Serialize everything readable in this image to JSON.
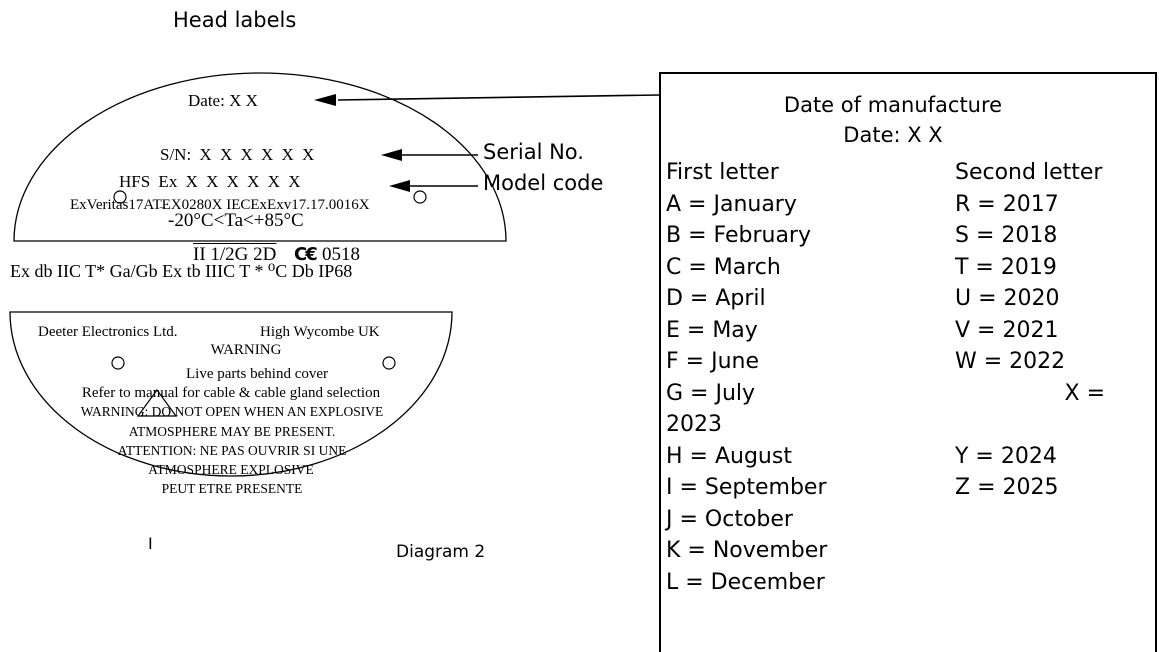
{
  "head_labels_title": "Head labels",
  "label1": {
    "date_line": "Date:  X   X",
    "sn_line": "S/N: X    X    X    X    X    X",
    "hfs_line": "HFS Ex X    X    X    X    X    X",
    "cert_line": "ExVeritas17ATEX0280X IECExExv17.17.0016X",
    "temp_line": "-20°C<Ta<+85°C",
    "group_line": "II 1/2G 2D",
    "ce_mark": "C€",
    "notified_body": "0518",
    "ex_line": "Ex db IIC T* Ga/Gb Ex tb IIIC T * ⁰C Db IP68"
  },
  "callouts": {
    "serial": "Serial No.",
    "model": "Model code"
  },
  "label2": {
    "line1_company": "Deeter Electronics Ltd.",
    "line1_location": "High Wycombe UK",
    "warning": "WARNING",
    "live_parts": "Live parts behind cover",
    "refer": "Refer to manual for cable & cable gland selection",
    "warn_open": "WARNING: DO NOT OPEN WHEN AN EXPLOSIVE",
    "atmos": "ATMOSPHERE MAY BE PRESENT.",
    "attention": "ATTENTION: NE PAS OUVRIR SI UNE",
    "atmos_fr": "ATMOSPHERE EXPLOSIVE",
    "peut": "PEUT ETRE PRESENTE"
  },
  "stray_mark": "I",
  "diagram_caption": "Diagram 2",
  "manufacture_box": {
    "title": "Date of manufacture",
    "subtitle": "Date: X X",
    "first_header": "First letter",
    "second_header": "Second letter",
    "months": [
      "A = January",
      "B = February",
      "C = March",
      "D = April",
      "E = May",
      "F = June",
      "G = July",
      "2023",
      "H = August",
      "I = September",
      "J = October",
      "K = November",
      "L = December"
    ],
    "years": [
      "R = 2017",
      "S = 2018",
      "T = 2019",
      "U = 2020",
      "V = 2021",
      "W = 2022",
      "X =",
      "",
      "Y = 2024",
      "Z = 2025"
    ]
  }
}
